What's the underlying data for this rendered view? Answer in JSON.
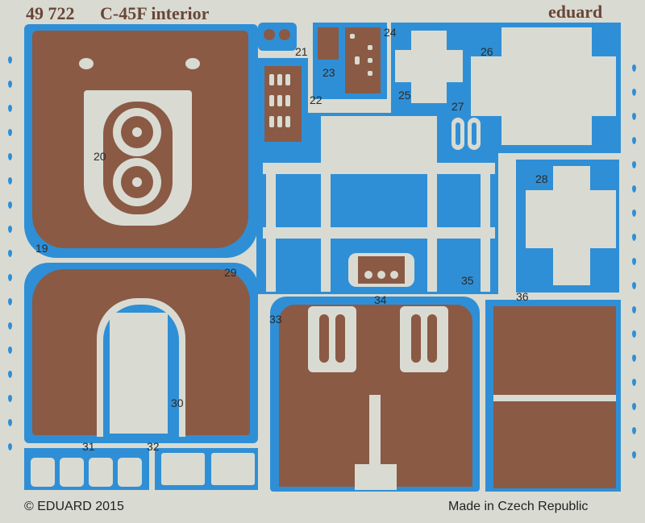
{
  "header": {
    "set_number": "49 722",
    "set_title": "C-45F interior",
    "brand": "eduard"
  },
  "footer": {
    "copyright": "© EDUARD 2015",
    "origin": "Made in Czech Republic"
  },
  "part_numbers": {
    "p19": "19",
    "p20": "20",
    "p21": "21",
    "p22": "22",
    "p23": "23",
    "p24": "24",
    "p25": "25",
    "p26": "26",
    "p27": "27",
    "p28": "28",
    "p29": "29",
    "p30": "30",
    "p31": "31",
    "p32": "32",
    "p33": "33",
    "p34": "34",
    "p35": "35",
    "p36": "36"
  },
  "colors": {
    "fret_background": "#2f8fd6",
    "brass": "#d9dbd2",
    "copper_panel": "#8a5a45"
  }
}
